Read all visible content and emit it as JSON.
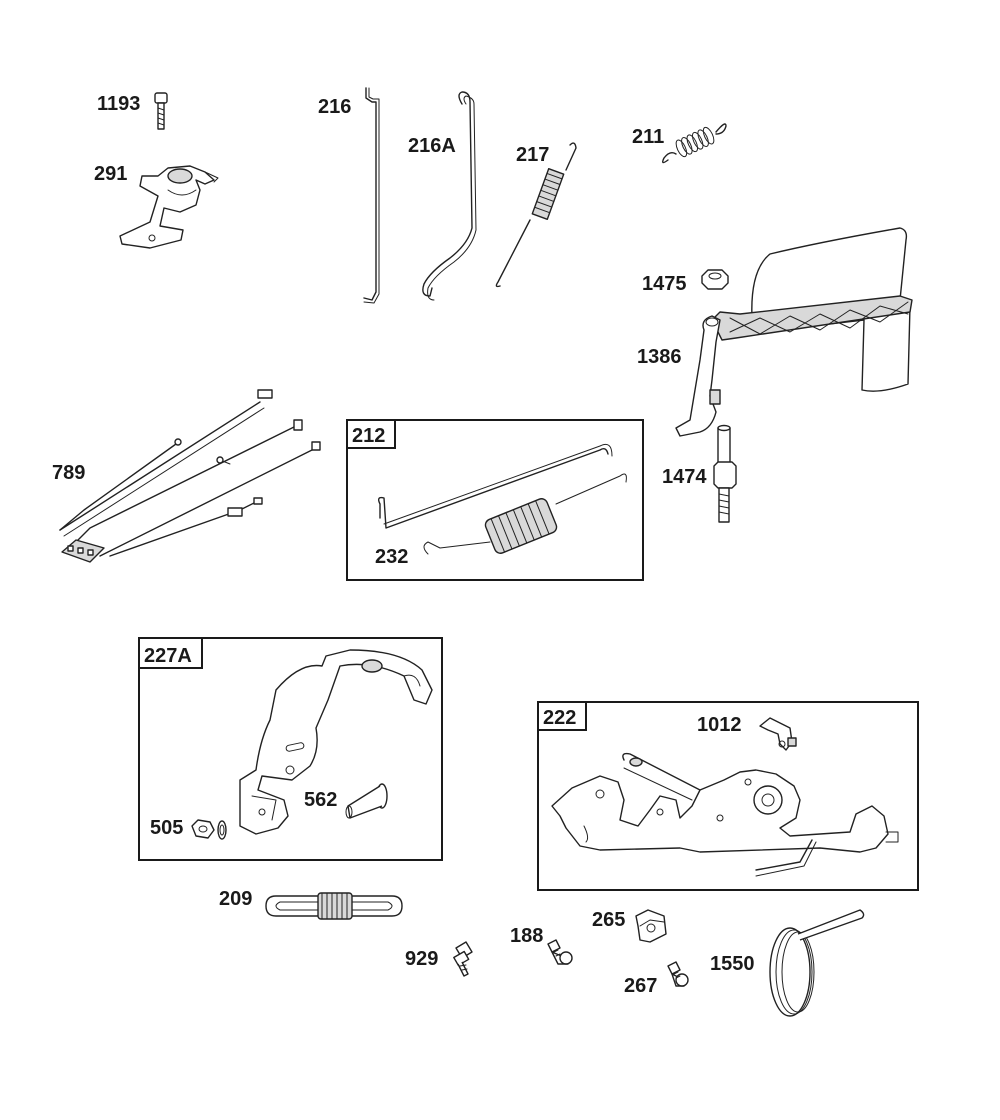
{
  "boxes": {
    "box_212": "212",
    "box_227A": "227A",
    "box_222": "222"
  },
  "labels": {
    "p1193": "1193",
    "p291": "291",
    "p216": "216",
    "p216A": "216A",
    "p217": "217",
    "p211": "211",
    "p1475": "1475",
    "p1386": "1386",
    "p789": "789",
    "p1474": "1474",
    "p232": "232",
    "p562": "562",
    "p505": "505",
    "p1012": "1012",
    "p209": "209",
    "p929": "929",
    "p188": "188",
    "p265": "265",
    "p267": "267",
    "p1550": "1550"
  }
}
